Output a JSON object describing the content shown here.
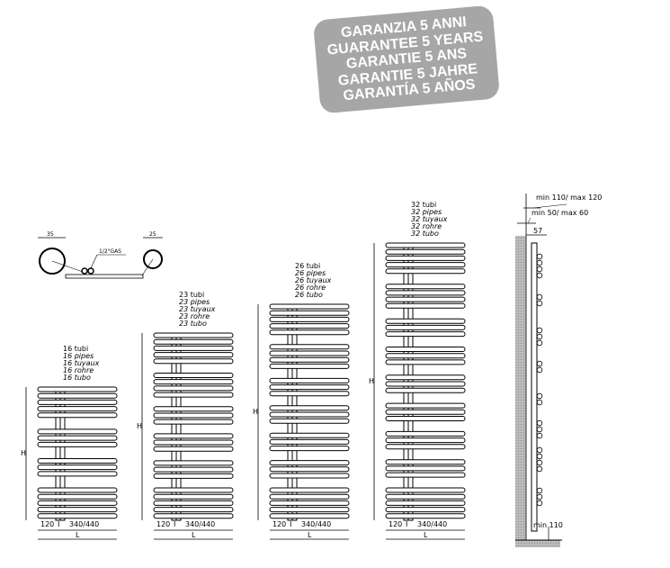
{
  "warranty": [
    "GARANZIA 5 ANNI",
    "GUARANTEE 5 YEARS",
    "GARANTIE 5 ANS",
    "GARANTIE 5 JAHRE",
    "GARANTÍA 5 AÑOS"
  ],
  "section": {
    "d1": "35",
    "d2": "25",
    "conn": "1/2\"GAS"
  },
  "models": [
    {
      "tubes": "16 tubi",
      "pipes": "16 pipes",
      "tuyaux": "16 tuyaux",
      "rohre": "16 rohre",
      "tubo": "16 tubo",
      "groups": [
        5,
        3,
        3,
        5
      ]
    },
    {
      "tubes": "23 tubi",
      "pipes": "23 pipes",
      "tuyaux": "23 tuyaux",
      "rohre": "23 rohre",
      "tubo": "23 tubo",
      "groups": [
        5,
        4,
        3,
        3,
        3,
        5
      ]
    },
    {
      "tubes": "26 tubi",
      "pipes": "26 pipes",
      "tuyaux": "26 tuyaux",
      "rohre": "26 rohre",
      "tubo": "26 tubo",
      "groups": [
        5,
        4,
        3,
        3,
        3,
        3,
        5
      ]
    },
    {
      "tubes": "32 tubi",
      "pipes": "32 pipes",
      "tuyaux": "32 tuyaux",
      "rohre": "32 rohre",
      "tubo": "32 tubo",
      "groups": [
        5,
        4,
        3,
        3,
        3,
        3,
        3,
        3,
        5
      ]
    }
  ],
  "dims": {
    "h": "H",
    "a": "120",
    "i": "I",
    "w": "340/440",
    "l": "L"
  },
  "side": {
    "wall_dist": "min 110/ max 120",
    "pipe_dist": "min 50/ max 60",
    "depth": "57",
    "floor": "min 110"
  }
}
